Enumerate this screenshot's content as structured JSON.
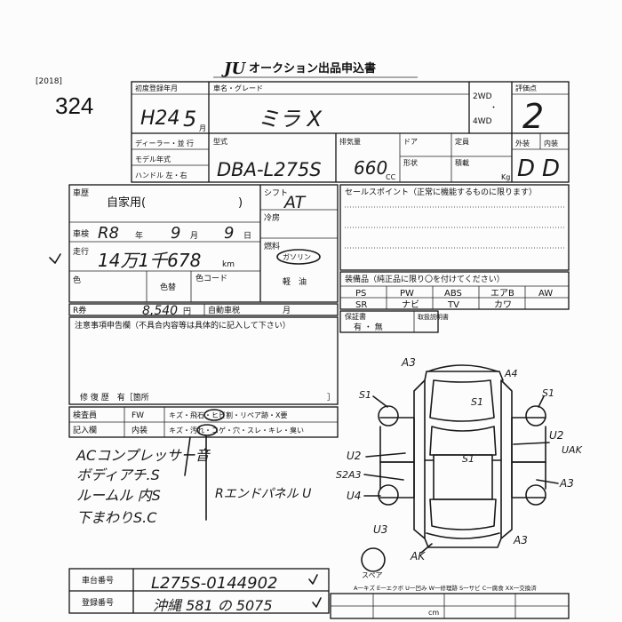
{
  "header": {
    "year_tag": "[2018]",
    "lot_number": "324",
    "logo": "JU",
    "title": "オークション出品申込書"
  },
  "row1": {
    "first_reg_label": "初度登録年月",
    "first_reg_value": "H24",
    "first_reg_month": "5",
    "month_unit": "月",
    "name_label": "車名・グレード",
    "name_value": "ミラ X",
    "drive_2wd": "2WD",
    "drive_4wd": "4WD",
    "grade_label": "評価点",
    "grade_value": "2"
  },
  "row2": {
    "dealer_label": "ディーラー・並 行",
    "model_year_label": "モデル年式",
    "handle_label": "ハンドル 左・右",
    "type_label": "型式",
    "type_value": "DBA-L275S",
    "displacement_label": "排気量",
    "displacement_value": "660",
    "cc_unit": "CC",
    "door_label": "ドア",
    "capacity_label": "定員",
    "shape_label": "形状",
    "load_label": "積載",
    "kg_unit": "Kg",
    "exterior_label": "外装",
    "interior_label": "内装",
    "exterior_value": "D",
    "interior_value": "D"
  },
  "left": {
    "usage_label": "車歴",
    "usage_value": "自家用(",
    "usage_close": ")",
    "inspection_label": "車検",
    "inspection_era": "R8",
    "inspection_year_unit": "年",
    "inspection_month": "9",
    "inspection_month_unit": "月",
    "inspection_day": "9",
    "inspection_day_unit": "日",
    "mileage_label": "走行",
    "mileage_value": "14万1千678",
    "mileage_unit": "km",
    "color_label": "色",
    "color_change_label": "色替",
    "color_code_label": "色コード",
    "recycle_label": "R券",
    "recycle_value": "8,540",
    "yen_unit": "円",
    "tax_label": "自動車税",
    "tax_month_unit": "月",
    "notes_label": "注意事項申告欄（不具合内容等は具体的に記入して下さい）",
    "repair_label": "修 復 歴　有［箇所"
  },
  "mid": {
    "shift_label": "シフト",
    "shift_value": "AT",
    "ac_label": "冷房",
    "fuel_label": "燃料",
    "fuel_gas": "ガソリン",
    "fuel_diesel": "軽　油"
  },
  "sales": {
    "sales_point_label": "セールスポイント（正常に機能するものに限ります）"
  },
  "equipment": {
    "label": "装備品（純正品に限り〇を付けてください）",
    "row1": [
      "PS",
      "PW",
      "ABS",
      "エアB",
      "AW"
    ],
    "row2": [
      "SR",
      "ナビ",
      "TV",
      "カワ",
      ""
    ],
    "warranty_label": "保証書",
    "manual_label": "取扱説明書",
    "warranty_options": "有 ・ 無"
  },
  "inspector": {
    "inspector_label": "検査員",
    "entry_label": "記入欄",
    "fw_label": "FW",
    "exterior_label": "外装",
    "interior_label": "内装",
    "fw_items": "キズ・飛石・ヒビ割・リペア跡・X要",
    "int_items": "キズ・汚れ・コゲ・穴・スレ・キレ・臭い"
  },
  "handwritten_notes": [
    "ACコンプレッサー音",
    "ボディアチ.S",
    "ルームル 内S",
    "下まわりS.C",
    "Rエンドパネル U"
  ],
  "diagram_marks": [
    "A3",
    "A4",
    "S1",
    "S1",
    "S1",
    "S1",
    "U2",
    "UAK",
    "U2",
    "S2A3",
    "U4",
    "U3",
    "A3",
    "A3",
    "AK"
  ],
  "spare_label": "スペア",
  "footer": {
    "chassis_label": "車台番号",
    "chassis_value": "L275S-0144902",
    "registration_label": "登録番号",
    "registration_value": "沖縄 581 の 5075",
    "legend": "A一キズ E一エクボ U一凹み W一修理跡 S一サビ C一腐食 XX一交換済",
    "cm_unit": "cm"
  }
}
